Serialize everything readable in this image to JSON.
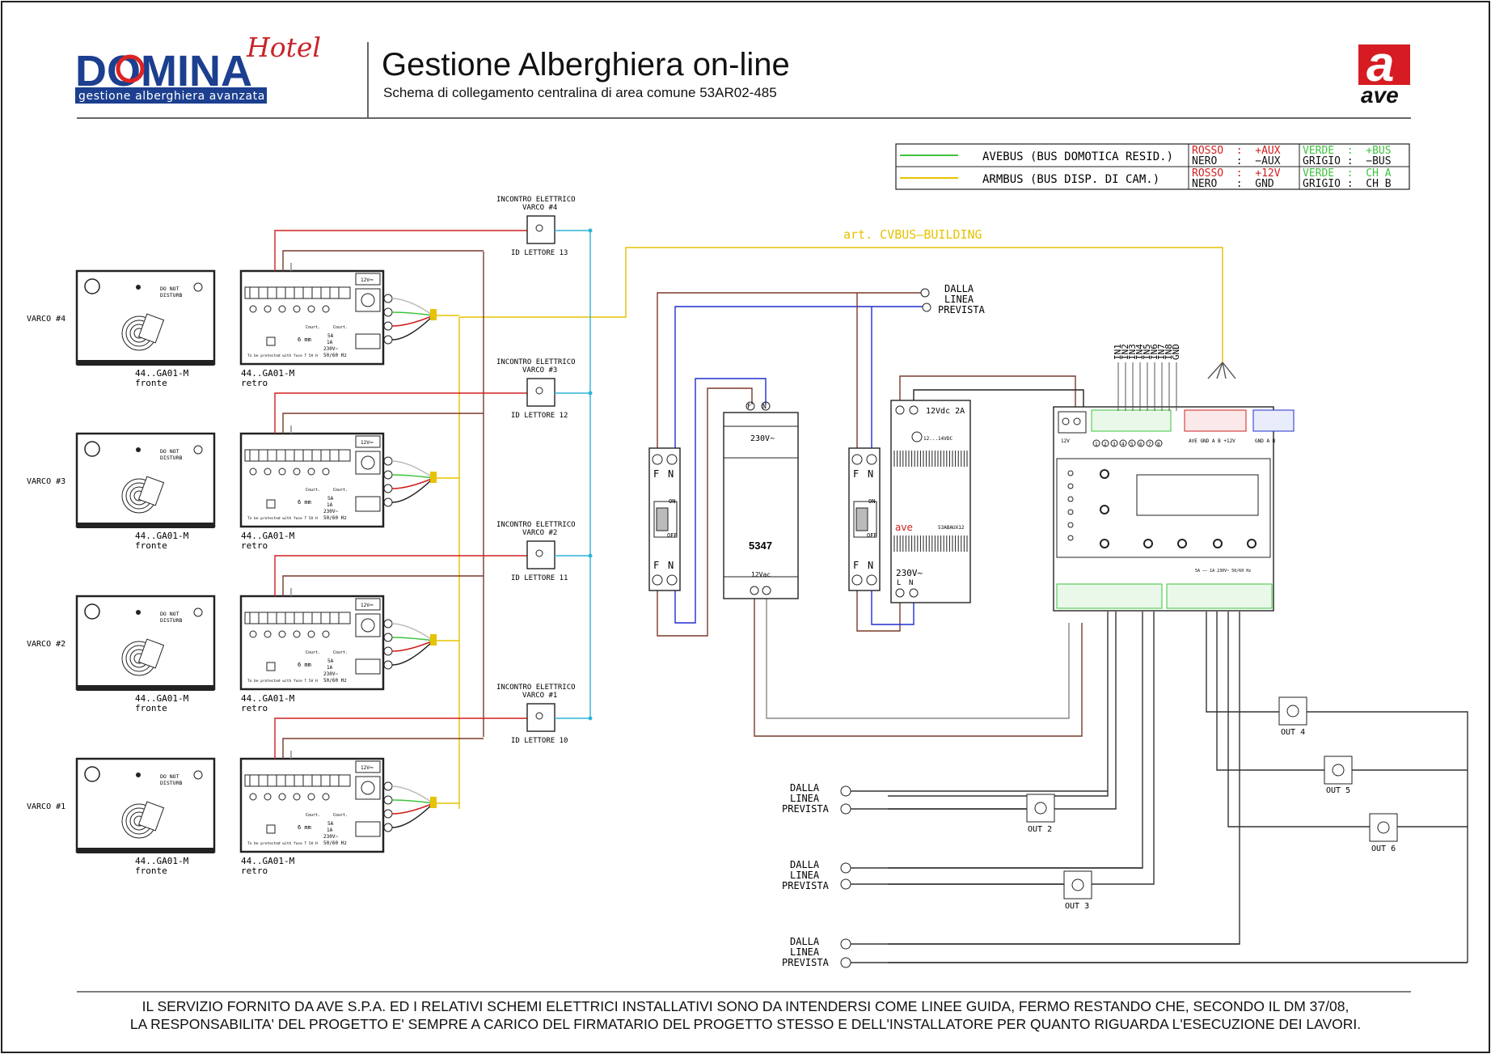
{
  "header": {
    "brand": "DOMINA",
    "brand_script": "Hotel",
    "brand_tagline": "gestione alberghiera avanzata",
    "title": "Gestione Alberghiera on-line",
    "subtitle": "Schema di collegamento centralina di area comune 53AR02-485",
    "maker_logo": "ave"
  },
  "legend": {
    "rows": [
      {
        "name": "AVEBUS (BUS DOMOTICA RESID.)",
        "line_color": "#3ec33e",
        "c1a": "ROSSO  :  +AUX",
        "c1b": "NERO   :  −AUX",
        "c2a": "VERDE  :  +BUS",
        "c2b": "GRIGIO :  −BUS"
      },
      {
        "name": "ARMBUS (BUS DISP. DI CAM.)",
        "line_color": "#e6c200",
        "c1a": "ROSSO  :  +12V",
        "c1b": "NERO   :  GND",
        "c2a": "VERDE  :  CH A",
        "c2b": "GRIGIO :  CH B"
      }
    ]
  },
  "cable_label": "art. CVBUS–BUILDING",
  "varchi": [
    {
      "label": "VARCO #4",
      "strike": "INCONTRO ELETTRICO",
      "strike2": "VARCO #4",
      "reader": "ID LETTORE 13"
    },
    {
      "label": "VARCO #3",
      "strike": "INCONTRO ELETTRICO",
      "strike2": "VARCO #3",
      "reader": "ID LETTORE 12"
    },
    {
      "label": "VARCO #2",
      "strike": "INCONTRO ELETTRICO",
      "strike2": "VARCO #2",
      "reader": "ID LETTORE 11"
    },
    {
      "label": "VARCO #1",
      "strike": "INCONTRO ELETTRICO",
      "strike2": "VARCO #1",
      "reader": "ID LETTORE 10"
    }
  ],
  "reader_device": {
    "front_model": "44..GA01-M",
    "front_side": "fronte",
    "back_model": "44..GA01-M",
    "back_side": "retro",
    "dnd": "DO NOT",
    "dnd2": "DISTURB",
    "fuse_note": "To be protected with fuse T 5A H",
    "rating1": "5A",
    "rating2": "1A",
    "rating3": "230V~",
    "rating4": "50/60 Hz",
    "court": "Court.",
    "mm": "6 mm",
    "v12": "12V⎓"
  },
  "line_in": {
    "l1": "DALLA",
    "l2": "LINEA",
    "l3": "PREVISTA"
  },
  "breaker": {
    "f": "F",
    "n": "N",
    "on": "ON",
    "off": "OFF"
  },
  "transformer": {
    "model": "5347",
    "in": "230V~",
    "out": "12Vac",
    "F": "F",
    "N": "N"
  },
  "psu": {
    "model": "53ABAUX12",
    "out": "12Vdc 2A",
    "adj": "12...14VDC",
    "in": "230V~",
    "L": "L",
    "N": "N",
    "brand": "ave"
  },
  "controller": {
    "inputs": [
      "IN1",
      "IN2",
      "IN3",
      "IN4",
      "IN5",
      "IN6",
      "IN7",
      "IN8",
      "GND"
    ],
    "input_nums": [
      "1",
      "2",
      "3",
      "4",
      "5",
      "6",
      "7",
      "8"
    ],
    "v12_label": "12V",
    "avebus_label": "AVE GND  A  B +12V",
    "armbus_label": "GND  A  B",
    "rating": "5A  −−  1A  230V~  50/60 Hz"
  },
  "outputs": [
    "OUT 2",
    "OUT 3",
    "OUT 4",
    "OUT 5",
    "OUT 6"
  ],
  "footer": {
    "line1": "IL SERVIZIO FORNITO DA AVE S.P.A. ED I RELATIVI SCHEMI ELETTRICI INSTALLATIVI SONO DA INTENDERSI COME LINEE GUIDA, FERMO RESTANDO CHE, SECONDO IL DM 37/08,",
    "line2": "LA RESPONSABILITA' DEL PROGETTO E' SEMPRE A CARICO DEL FIRMATARIO DEL PROGETTO STESSO E DELL'INSTALLATORE PER QUANTO RIGUARDA L'ESECUZIONE DEI LAVORI."
  },
  "colors": {
    "red": "#d21f1f",
    "blue": "#1f2fd0",
    "brown": "#7a3a2a",
    "green": "#3ec33e",
    "yellow": "#e6c200",
    "cyan": "#2fb5d5",
    "grey": "#888888"
  }
}
